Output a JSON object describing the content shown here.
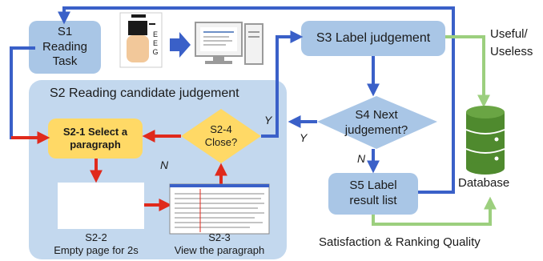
{
  "nodes": {
    "s1": {
      "line1": "S1",
      "line2": "Reading",
      "line3": "Task"
    },
    "s2_group": {
      "title": "S2 Reading candidate judgement"
    },
    "s2_1": {
      "line1": "S2-1  Select a",
      "line2": "paragraph"
    },
    "s2_2": {
      "line1": "S2-2",
      "line2": "Empty page for 2s"
    },
    "s2_3": {
      "line1": "S2-3",
      "line2": "View the paragraph"
    },
    "s2_4": {
      "line1": "S2-4",
      "line2": "Close?"
    },
    "s3": {
      "label": "S3 Label judgement"
    },
    "s4": {
      "line1": "S4 Next",
      "line2": "judgement?"
    },
    "s5": {
      "line1": "S5 Label",
      "line2": "result list"
    },
    "database": {
      "label": "Database"
    }
  },
  "eeg": {
    "letters": [
      "E",
      "E",
      "G"
    ]
  },
  "edge_labels": {
    "s2_4_no": "N",
    "s2_4_yes": "Y",
    "s4_yes": "Y",
    "s4_no": "N",
    "useful": "Useful/",
    "useless": "Useless",
    "satisfaction": "Satisfaction & Ranking Quality"
  },
  "colors": {
    "box_fill": "#a9c6e6",
    "group_fill": "#c3d8ee",
    "decision_yellow": "#ffd966",
    "blue_arrow": "#3a60c8",
    "red_arrow": "#e02a1c",
    "green_arrow": "#9ccf7e",
    "database_green": "#4f8a2e"
  }
}
